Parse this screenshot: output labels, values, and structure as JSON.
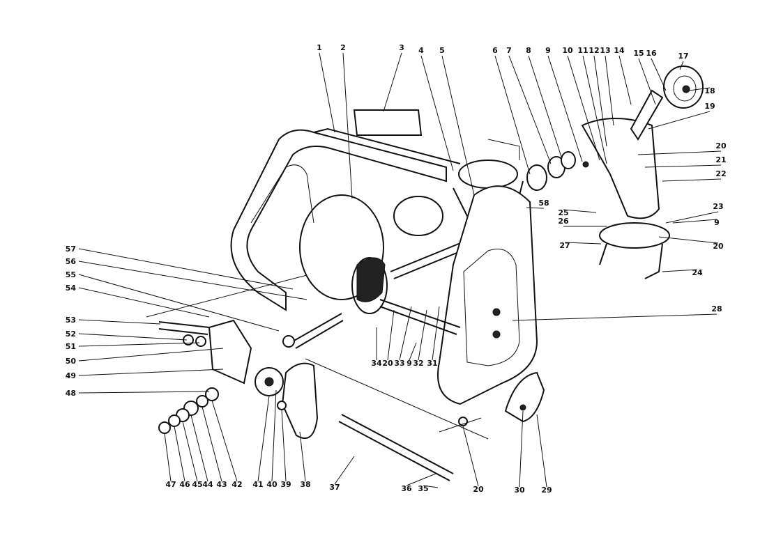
{
  "diagram": {
    "type": "exploded parts diagram",
    "ink_color": "#111111",
    "background": "#ffffff",
    "callouts": [
      "1",
      "2",
      "3",
      "4",
      "5",
      "6",
      "7",
      "8",
      "9",
      "10",
      "11",
      "12",
      "13",
      "14",
      "15",
      "16",
      "17",
      "18",
      "19",
      "20",
      "21",
      "22",
      "23",
      "9",
      "20",
      "24",
      "25",
      "26",
      "27",
      "28",
      "58",
      "57",
      "56",
      "55",
      "54",
      "53",
      "52",
      "51",
      "50",
      "49",
      "48",
      "47",
      "46",
      "45",
      "44",
      "43",
      "42",
      "41",
      "40",
      "39",
      "38",
      "37",
      "36",
      "35",
      "20",
      "30",
      "29",
      "34",
      "20",
      "33",
      "9",
      "32",
      "31"
    ]
  }
}
